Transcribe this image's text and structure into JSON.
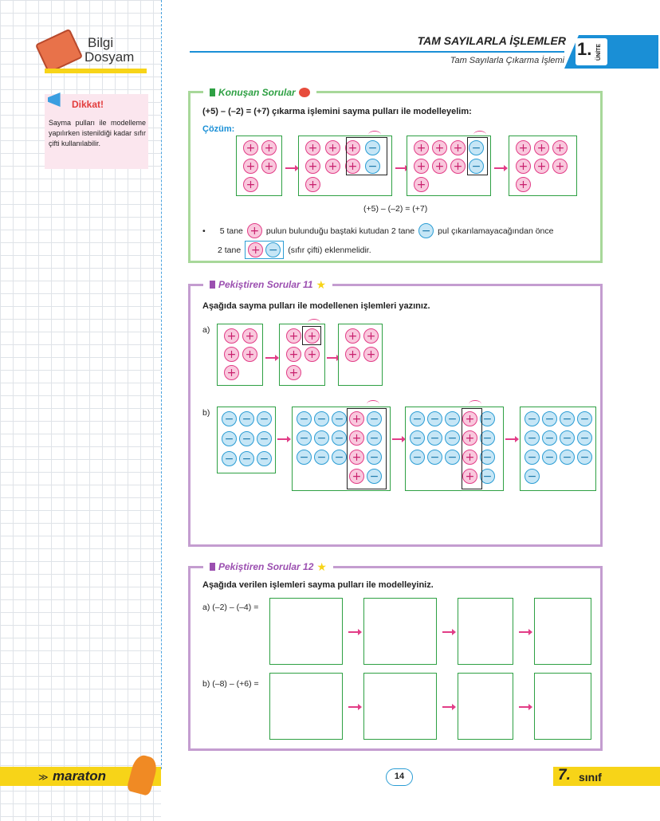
{
  "sidebar": {
    "logo_line1": "Bilgi",
    "logo_line2": "Dosyam",
    "note_title": "Dikkat!",
    "note_text": "Sayma pulları ile modelleme yapılırken istenildiği kadar sıfır çifti kullanılabilir."
  },
  "header": {
    "title": "TAM SAYILARLA İŞLEMLER",
    "subtitle": "Tam Sayılarla Çıkarma İşlemi",
    "unit_number": "1.",
    "unit_label": "ÜNİTE"
  },
  "konusan": {
    "tag": "Konuşan Sorular",
    "question": "(+5) – (–2) = (+7) çıkarma işlemini sayma pulları ile modelleyelim:",
    "solution_label": "Çözüm:",
    "equation": "(+5) – (–2) = (+7)",
    "bullet_part1": "5 tane",
    "bullet_part2": "pulun bulunduğu baştaki kutudan 2 tane",
    "bullet_part3": "pul çıkarılamayacağından önce",
    "bullet_part4": "2 tane",
    "bullet_part5": "(sıfır çifti) eklenmelidir."
  },
  "pekistiren11": {
    "tag": "Pekiştiren Sorular 11",
    "question": "Aşağıda sayma pulları ile modellenen işlemleri yazınız.",
    "a": "a)",
    "b": "b)"
  },
  "pekistiren12": {
    "tag": "Pekiştiren Sorular 12",
    "question": "Aşağıda verilen işlemleri sayma pulları ile modelleyiniz.",
    "a": "a) (–2) – (–4) =",
    "b": "b) (–8) – (+6) ="
  },
  "footer": {
    "brand": "maraton",
    "page": "14",
    "grade_num": "7.",
    "grade_label": "sınıf"
  },
  "chip_symbols": {
    "plus": "+",
    "minus": "−"
  },
  "colors": {
    "green": "#2ea043",
    "purple": "#b77fc4",
    "blue": "#1a8fd6",
    "yellow": "#f7d418",
    "pink": "#e23d87",
    "cyan": "#2b9dd4"
  }
}
